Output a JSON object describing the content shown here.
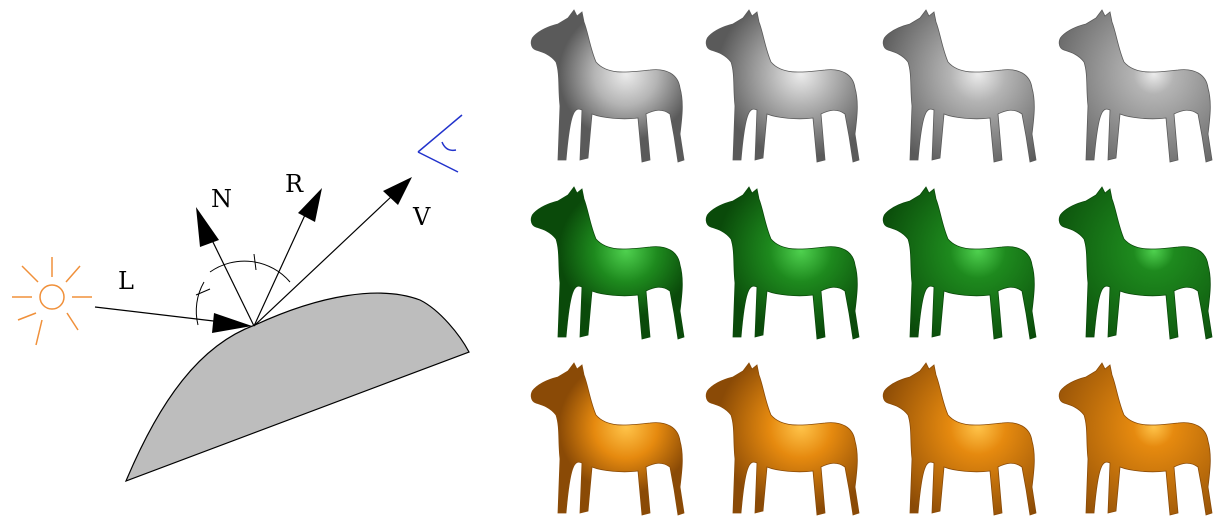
{
  "diagram": {
    "labels": {
      "light": "L",
      "normal": "N",
      "reflection": "R",
      "view": "V"
    },
    "colors": {
      "surface_fill": "#bdbdbd",
      "light_source": "#f0903a",
      "viewer_eye": "#2233cc",
      "arrows": "#000000"
    },
    "icons": [
      "sun-icon",
      "eye-icon"
    ]
  },
  "render_grid": {
    "rows": [
      {
        "material": "gray",
        "colors": {
          "base": "#b4b4b4",
          "dark": "#5a5a5a",
          "light": "#ececec"
        },
        "specular_levels": [
          0.2,
          0.45,
          0.7,
          0.95
        ]
      },
      {
        "material": "green",
        "colors": {
          "base": "#1e8a1e",
          "dark": "#0a4a0a",
          "light": "#4fd14f"
        },
        "specular_levels": [
          0.2,
          0.45,
          0.7,
          0.95
        ]
      },
      {
        "material": "orange",
        "colors": {
          "base": "#e68a0f",
          "dark": "#8a4a06",
          "light": "#ffc44a"
        },
        "specular_levels": [
          0.2,
          0.45,
          0.7,
          0.95
        ]
      }
    ]
  }
}
